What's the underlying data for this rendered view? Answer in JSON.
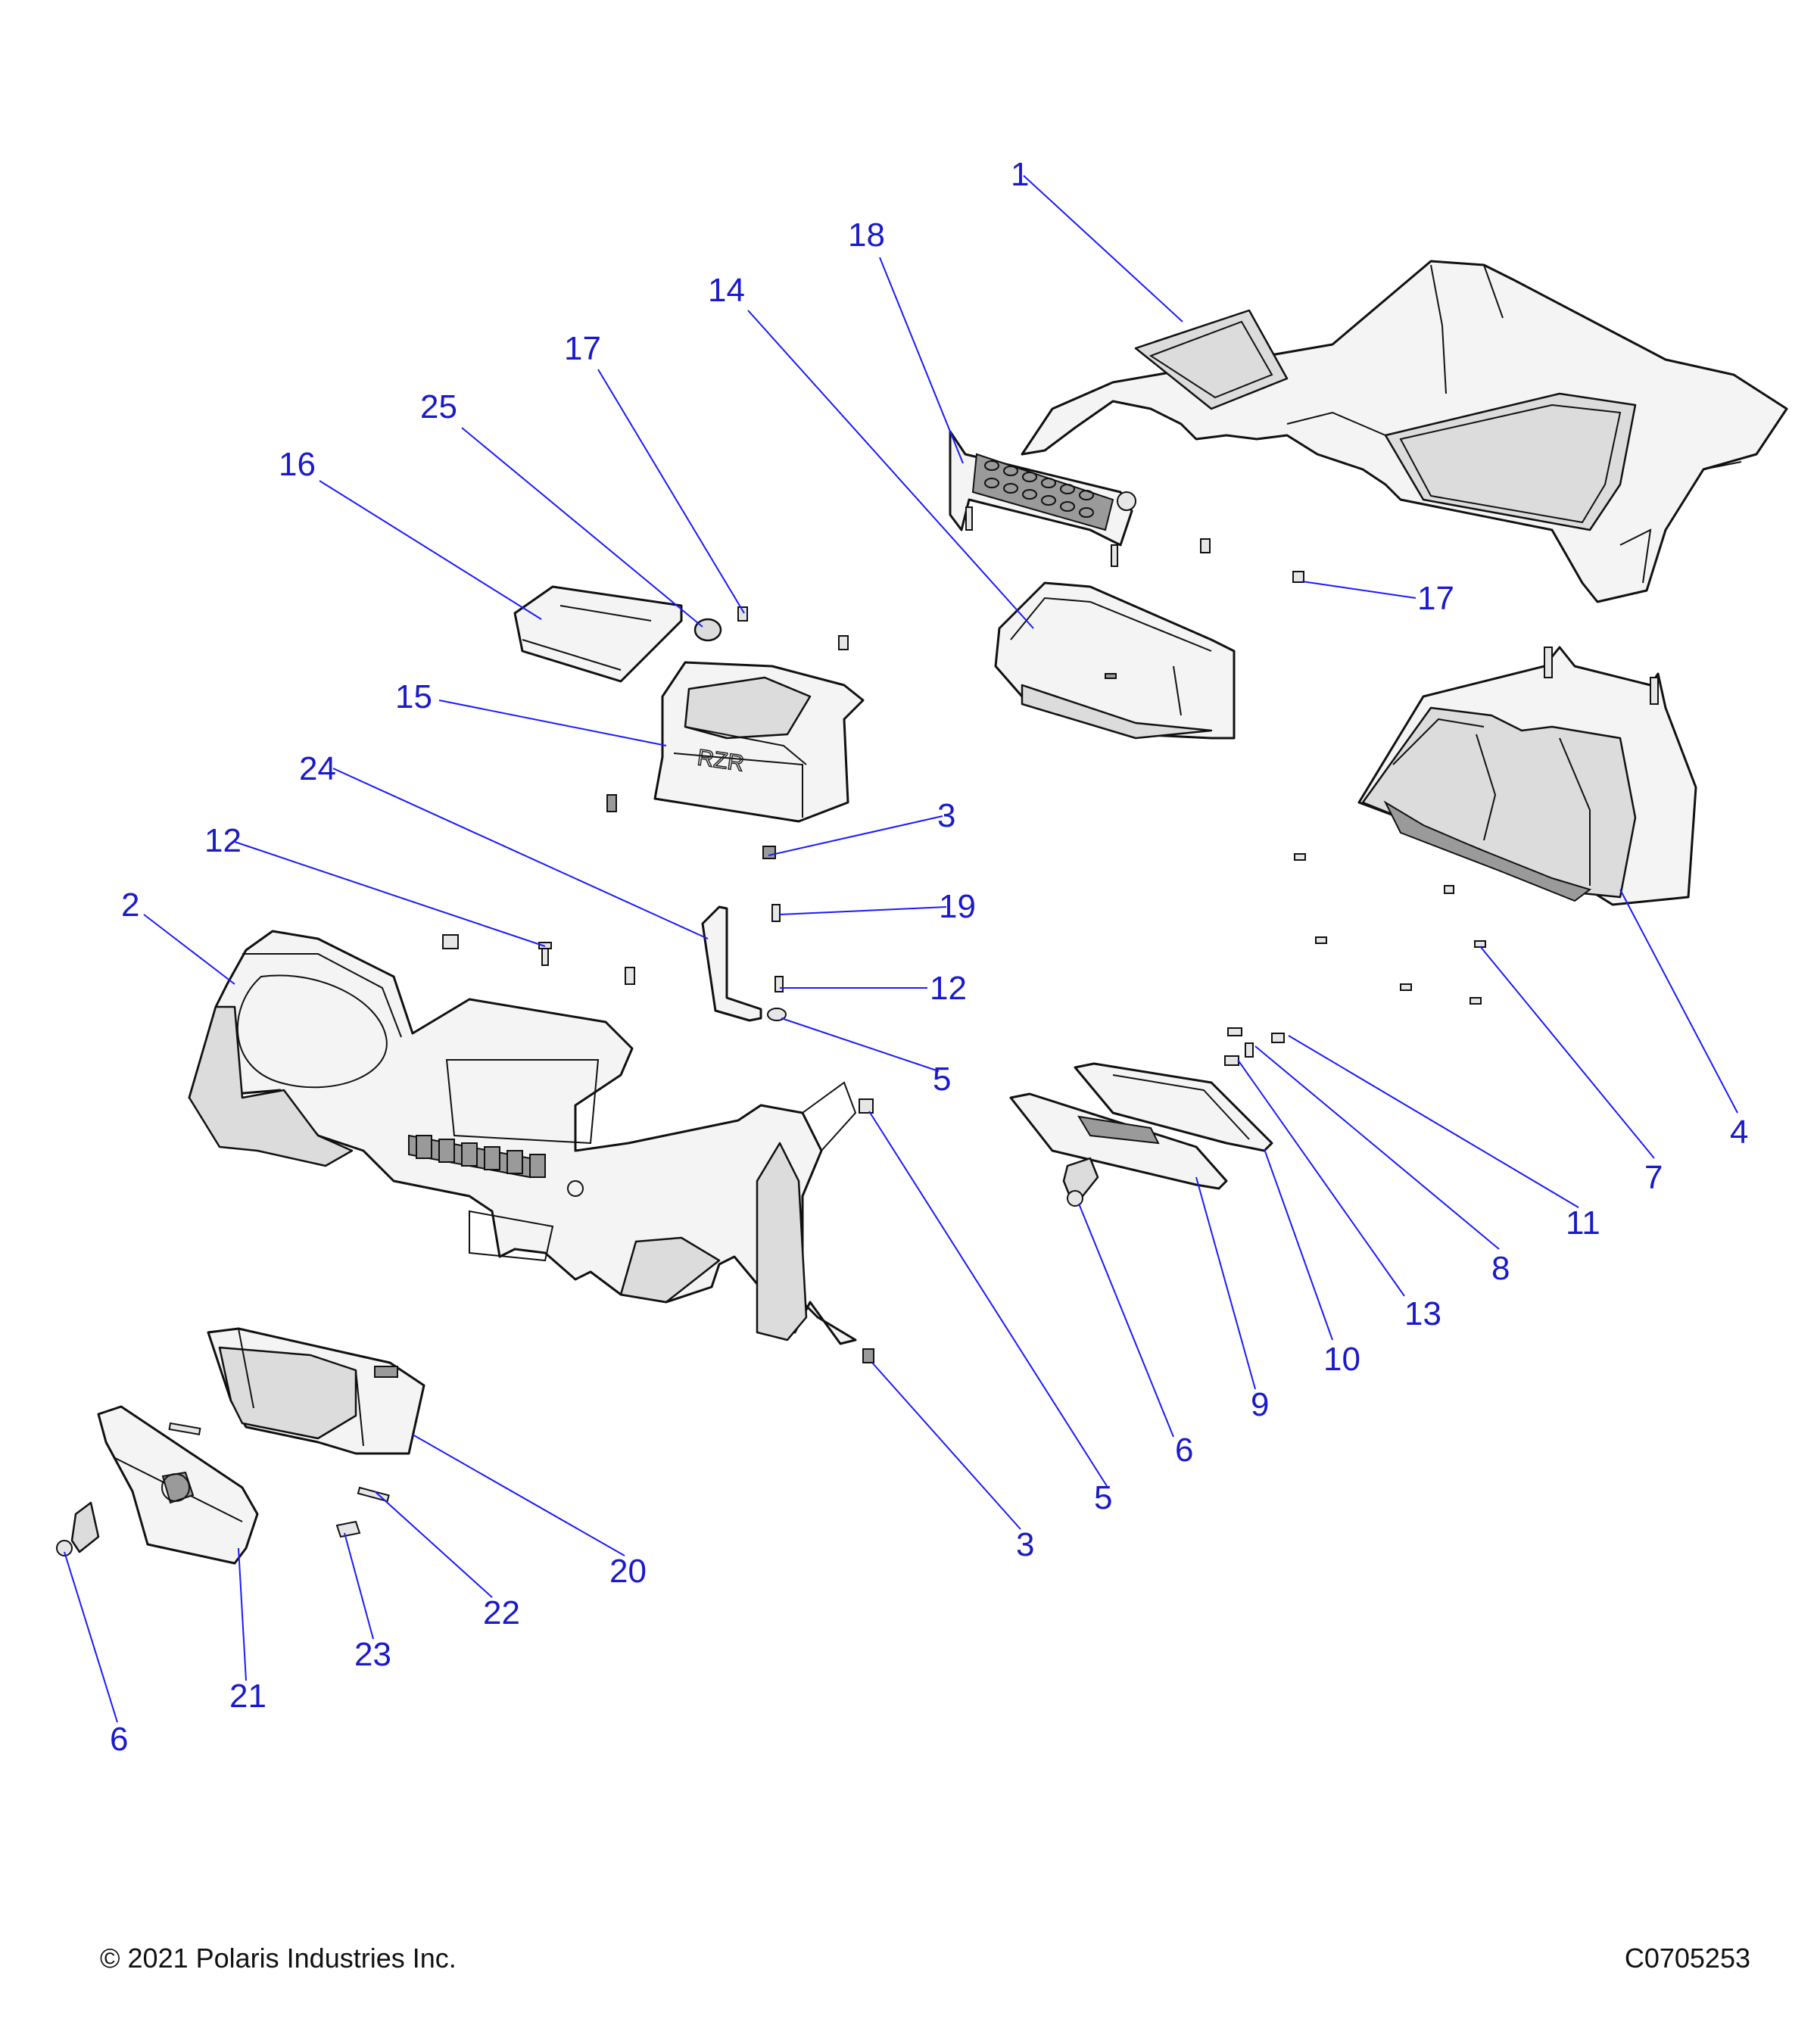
{
  "footer": {
    "copyright": "© 2021 Polaris Industries Inc.",
    "drawing_number": "C0705253"
  },
  "callouts": [
    {
      "id": "c1",
      "label": "1"
    },
    {
      "id": "c18",
      "label": "18"
    },
    {
      "id": "c14",
      "label": "14"
    },
    {
      "id": "c17a",
      "label": "17"
    },
    {
      "id": "c25",
      "label": "25"
    },
    {
      "id": "c16",
      "label": "16"
    },
    {
      "id": "c17b",
      "label": "17"
    },
    {
      "id": "c15",
      "label": "15"
    },
    {
      "id": "c24",
      "label": "24"
    },
    {
      "id": "c3a",
      "label": "3"
    },
    {
      "id": "c12a",
      "label": "12"
    },
    {
      "id": "c19",
      "label": "19"
    },
    {
      "id": "c2",
      "label": "2"
    },
    {
      "id": "c12b",
      "label": "12"
    },
    {
      "id": "c5a",
      "label": "5"
    },
    {
      "id": "c4",
      "label": "4"
    },
    {
      "id": "c7",
      "label": "7"
    },
    {
      "id": "c11",
      "label": "11"
    },
    {
      "id": "c8",
      "label": "8"
    },
    {
      "id": "c13",
      "label": "13"
    },
    {
      "id": "c10",
      "label": "10"
    },
    {
      "id": "c9",
      "label": "9"
    },
    {
      "id": "c6a",
      "label": "6"
    },
    {
      "id": "c5b",
      "label": "5"
    },
    {
      "id": "c3b",
      "label": "3"
    },
    {
      "id": "c20",
      "label": "20"
    },
    {
      "id": "c22",
      "label": "22"
    },
    {
      "id": "c23",
      "label": "23"
    },
    {
      "id": "c21",
      "label": "21"
    },
    {
      "id": "c6b",
      "label": "6"
    }
  ]
}
